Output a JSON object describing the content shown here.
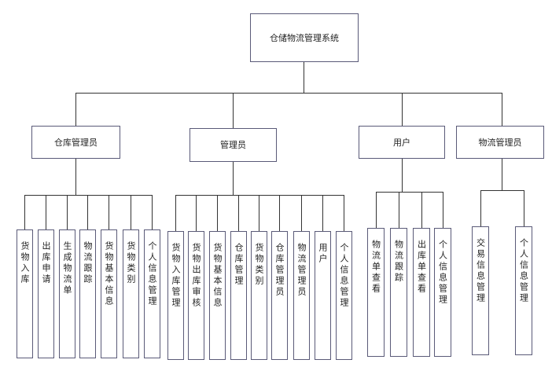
{
  "root": {
    "label": "仓储物流管理系统"
  },
  "groups": [
    {
      "label": "仓库管理员",
      "children": [
        "货物入库",
        "出库申请",
        "生成物流单",
        "物流跟踪",
        "货物基本信息",
        "货物类别",
        "个人信息管理"
      ]
    },
    {
      "label": "管理员",
      "children": [
        "货物入库管理",
        "货物出库审核",
        "货物基本信息",
        "仓库管理",
        "货物类别",
        "仓库管理员",
        "物流管理员",
        "用户",
        "个人信息管理"
      ]
    },
    {
      "label": "用户",
      "children": [
        "物流单查看",
        "物流跟踪",
        "出库单查看",
        "个人信息管理"
      ]
    },
    {
      "label": "物流管理员",
      "children": [
        "交易信息管理",
        "个人信息管理"
      ]
    }
  ]
}
